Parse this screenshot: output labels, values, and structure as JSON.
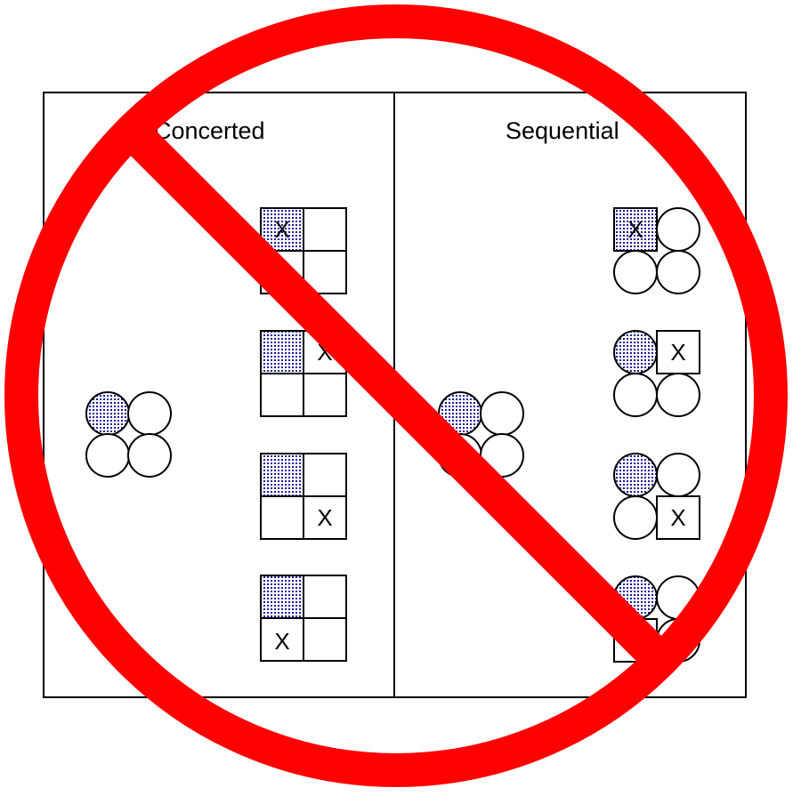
{
  "panels": {
    "left_title": "Concerted",
    "right_title": "Sequential"
  },
  "marker": "X",
  "colors": {
    "prohibition_red": "#ff0000",
    "shading_blue": "#00008b",
    "outline": "#000000"
  },
  "icons": [
    "prohibition-sign-icon"
  ]
}
